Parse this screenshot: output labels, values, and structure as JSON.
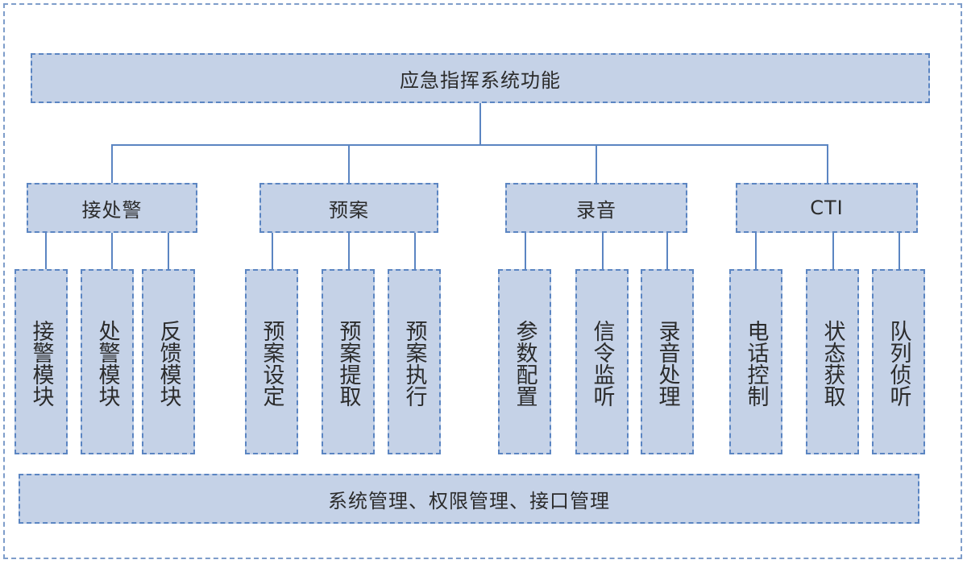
{
  "root": {
    "label": "应急指挥系统功能"
  },
  "groups": [
    {
      "label": "接处警",
      "children": [
        "接警模块",
        "处警模块",
        "反馈模块"
      ]
    },
    {
      "label": "预案",
      "children": [
        "预案设定",
        "预案提取",
        "预案执行"
      ]
    },
    {
      "label": "录音",
      "children": [
        "参数配置",
        "信令监听",
        "录音处理"
      ]
    },
    {
      "label": "CTI",
      "children": [
        "电话控制",
        "状态获取",
        "队列侦听"
      ]
    }
  ],
  "footer": {
    "label": "系统管理、权限管理、接口管理"
  },
  "colors": {
    "box_fill": "#c5d2e7",
    "box_border": "#5b85c2",
    "connector": "#5b85c2",
    "text": "#2b2b2b"
  }
}
